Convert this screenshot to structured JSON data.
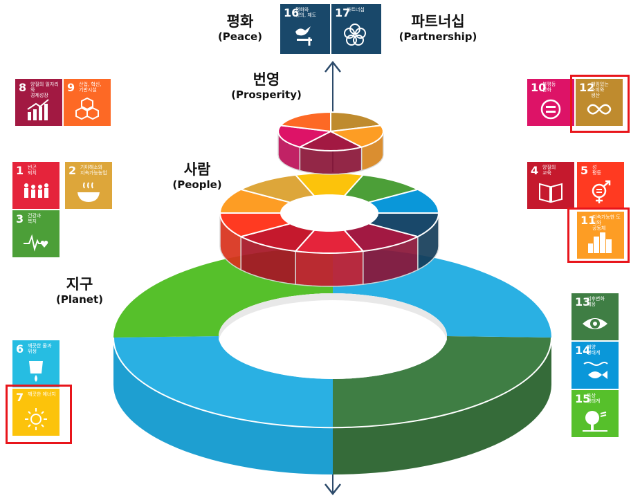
{
  "labels": {
    "peace": {
      "ko": "평화",
      "en": "(Peace)"
    },
    "partnership": {
      "ko": "파트너십",
      "en": "(Partnership)"
    },
    "prosperity": {
      "ko": "번영",
      "en": "(Prosperity)"
    },
    "people": {
      "ko": "사람",
      "en": "(People)"
    },
    "planet": {
      "ko": "지구",
      "en": "(Planet)"
    }
  },
  "goals": [
    {
      "num": "16",
      "text": "평화와\n정의, 제도",
      "color": "#19486a",
      "icon": "dove-icon"
    },
    {
      "num": "17",
      "text": "파트너십",
      "color": "#19486a",
      "icon": "flower-icon"
    },
    {
      "num": "8",
      "text": "양질의 일자리와\n경제성장",
      "color": "#a21942",
      "icon": "growth-chart-icon"
    },
    {
      "num": "9",
      "text": "산업, 혁신,\n기반시설",
      "color": "#fd6925",
      "icon": "cubes-icon"
    },
    {
      "num": "1",
      "text": "빈곤\n퇴치",
      "color": "#e5243b",
      "icon": "family-icon"
    },
    {
      "num": "2",
      "text": "기아해소와\n지속가능농업",
      "color": "#dda63a",
      "icon": "bowl-icon"
    },
    {
      "num": "3",
      "text": "건강과\n복지",
      "color": "#4c9f38",
      "icon": "heartbeat-icon"
    },
    {
      "num": "6",
      "text": "깨끗한 물과\n위생",
      "color": "#26bde2",
      "icon": "water-icon"
    },
    {
      "num": "7",
      "text": "깨끗한 에너지",
      "color": "#fcc30b",
      "icon": "sun-icon"
    },
    {
      "num": "10",
      "text": "불평등\n완화",
      "color": "#dd1367",
      "icon": "equal-icon"
    },
    {
      "num": "12",
      "text": "책임있는\n소비와\n생산",
      "color": "#bf8b2e",
      "icon": "infinity-icon"
    },
    {
      "num": "4",
      "text": "양질의\n교육",
      "color": "#c5192d",
      "icon": "book-icon"
    },
    {
      "num": "5",
      "text": "성\n평등",
      "color": "#ff3a21",
      "icon": "gender-icon"
    },
    {
      "num": "11",
      "text": "지속가능한 도시와\n공동체",
      "color": "#fd9d24",
      "icon": "city-icon"
    },
    {
      "num": "13",
      "text": "기후변화\n대응",
      "color": "#3f7e44",
      "icon": "eye-icon"
    },
    {
      "num": "14",
      "text": "해양\n생태계",
      "color": "#0a97d9",
      "icon": "fish-icon"
    },
    {
      "num": "15",
      "text": "육상\n생태계",
      "color": "#56c02b",
      "icon": "tree-icon"
    }
  ],
  "tiers": {
    "prosperity_colors": [
      "#a21942",
      "#dd1367",
      "#fd6925",
      "#bf8b2e",
      "#fd9d24"
    ],
    "people_colors": [
      "#e5243b",
      "#c5192d",
      "#ff3a21",
      "#fd9d24",
      "#dda63a",
      "#fcc30b",
      "#4c9f38",
      "#0a97d9",
      "#19486a",
      "#a21942"
    ],
    "planet_colors": [
      "#26bde2",
      "#3f7e44",
      "#56c02b",
      "#0a97d9"
    ]
  }
}
